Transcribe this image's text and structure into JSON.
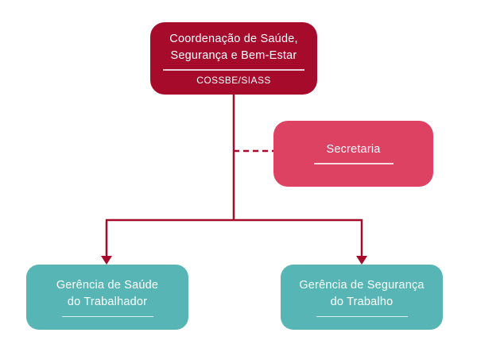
{
  "colors": {
    "background": "#FFFFFF",
    "dark_red": "#A60B2C",
    "pink": "#DD4263",
    "teal": "#57B6B5",
    "text_white": "#FFFFFF",
    "divider": "rgba(255,255,255,0.8)"
  },
  "org_chart": {
    "root": {
      "name_line1": "Coordenação de Saúde,",
      "name_line2": "Segurança e Bem-Estar",
      "acronym": "COSSBE/SIASS"
    },
    "secretaria": {
      "name": "Secretaria"
    },
    "children": [
      {
        "name_line1": "Gerência de Saúde",
        "name_line2": "do Trabalhador"
      },
      {
        "name_line1": "Gerência de Segurança",
        "name_line2": "do Trabalho"
      }
    ]
  }
}
